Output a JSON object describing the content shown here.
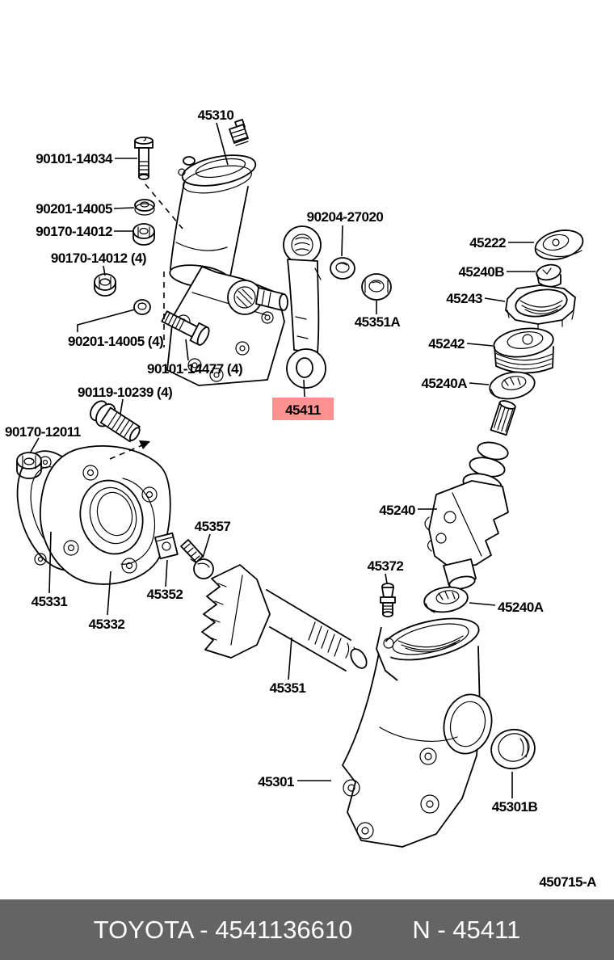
{
  "diagram": {
    "code": "450715-A",
    "highlight": {
      "bg": "#ff9191",
      "text_color": "#9b1f1f"
    },
    "labels": {
      "p45310": "45310",
      "b90101_14034": "90101-14034",
      "n90201_14005": "90201-14005",
      "n90170_14012": "90170-14012",
      "n90170_14012_4": "90170-14012 (4)",
      "n90201_14005_4": "90201-14005 (4)",
      "b90101_14477_4": "90101-14477 (4)",
      "b90119_10239_4": "90119-10239 (4)",
      "n90170_12011": "90170-12011",
      "w90204_27020": "90204-27020",
      "p45351a": "45351A",
      "p45411": "45411",
      "p45222": "45222",
      "p45240b": "45240B",
      "p45243": "45243",
      "p45242": "45242",
      "p45240a_upper": "45240A",
      "p45240": "45240",
      "p45372": "45372",
      "p45240a_lower": "45240A",
      "p45357": "45357",
      "p45352": "45352",
      "p45331": "45331",
      "p45332": "45332",
      "p45351": "45351",
      "p45301": "45301",
      "p45301b": "45301B"
    }
  },
  "footer": {
    "brand_part": "TOYOTA - 4541136610",
    "catalog_part": "N - 45411",
    "bg": "#646464",
    "text_color": "#ffffff"
  }
}
